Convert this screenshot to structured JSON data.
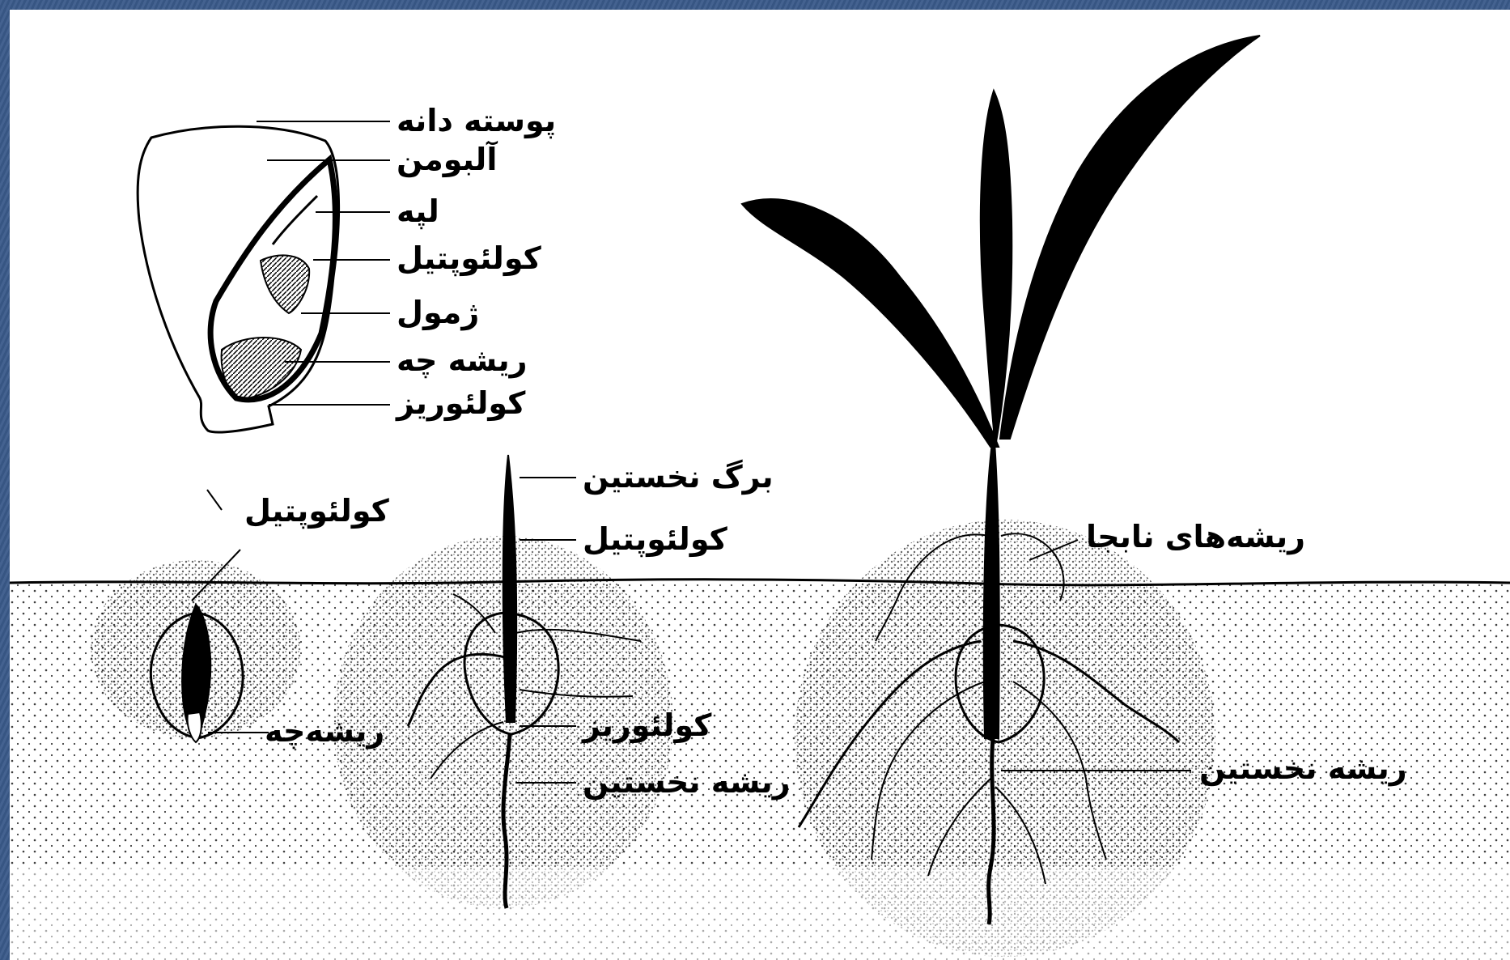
{
  "labels": {
    "seed": {
      "seed_coat": "پوسته دانه",
      "endosperm": "آلبومن",
      "cotyledon": "لپه",
      "coleoptile": "کولئوپتیل",
      "plumule": "ژمول",
      "radicle": "ریشه چه",
      "coleorhiza": "کولئوریز"
    },
    "stage1": {
      "coleoptile": "کولئوپتیل",
      "radicle": "ریشه‌چه"
    },
    "stage2": {
      "first_leaf": "برگ نخستین",
      "coleoptile": "کولئوپتیل",
      "coleorhiza": "کولئوریز",
      "primary_root": "ریشه نخستین"
    },
    "stage3": {
      "adventitious_roots": "ریشه‌های نابجا",
      "primary_root": "ریشه نخستین"
    }
  },
  "colors": {
    "background": "#3a5a8a",
    "paper": "#ffffff",
    "ink": "#000000"
  }
}
